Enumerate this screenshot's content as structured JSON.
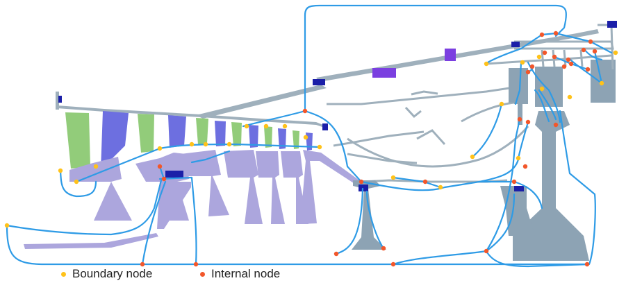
{
  "colors": {
    "boundary_node": "#FFC21A",
    "internal_node": "#F2572B",
    "connection_line": "#2E9BE6",
    "casing_gray": "#9FB0BC",
    "compressor_blade_green": "#92CC7A",
    "compressor_blade_blue": "#6D6FE0",
    "compressor_disc_lavender": "#ACA6DD",
    "turbine_disc_slate": "#8DA3B4",
    "bearing_purple": "#7B3FE0",
    "seal_navy": "#1B1FA8"
  },
  "legend": {
    "boundary_label": "Boundary node",
    "internal_label": "Internal node"
  },
  "icons": {
    "boundary_marker": "dot",
    "internal_marker": "dot"
  }
}
